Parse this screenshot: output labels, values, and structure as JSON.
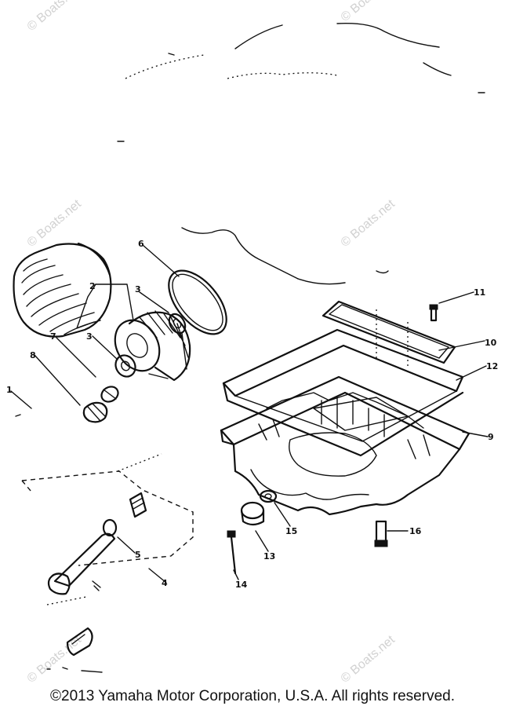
{
  "watermark": "© Boats.net",
  "copyright": "©2013 Yamaha Motor Corporation, U.S.A. All rights reserved.",
  "callouts": [
    "1",
    "2",
    "3",
    "3",
    "4",
    "5",
    "6",
    "7",
    "8",
    "9",
    "10",
    "11",
    "12",
    "13",
    "14",
    "15",
    "16"
  ]
}
